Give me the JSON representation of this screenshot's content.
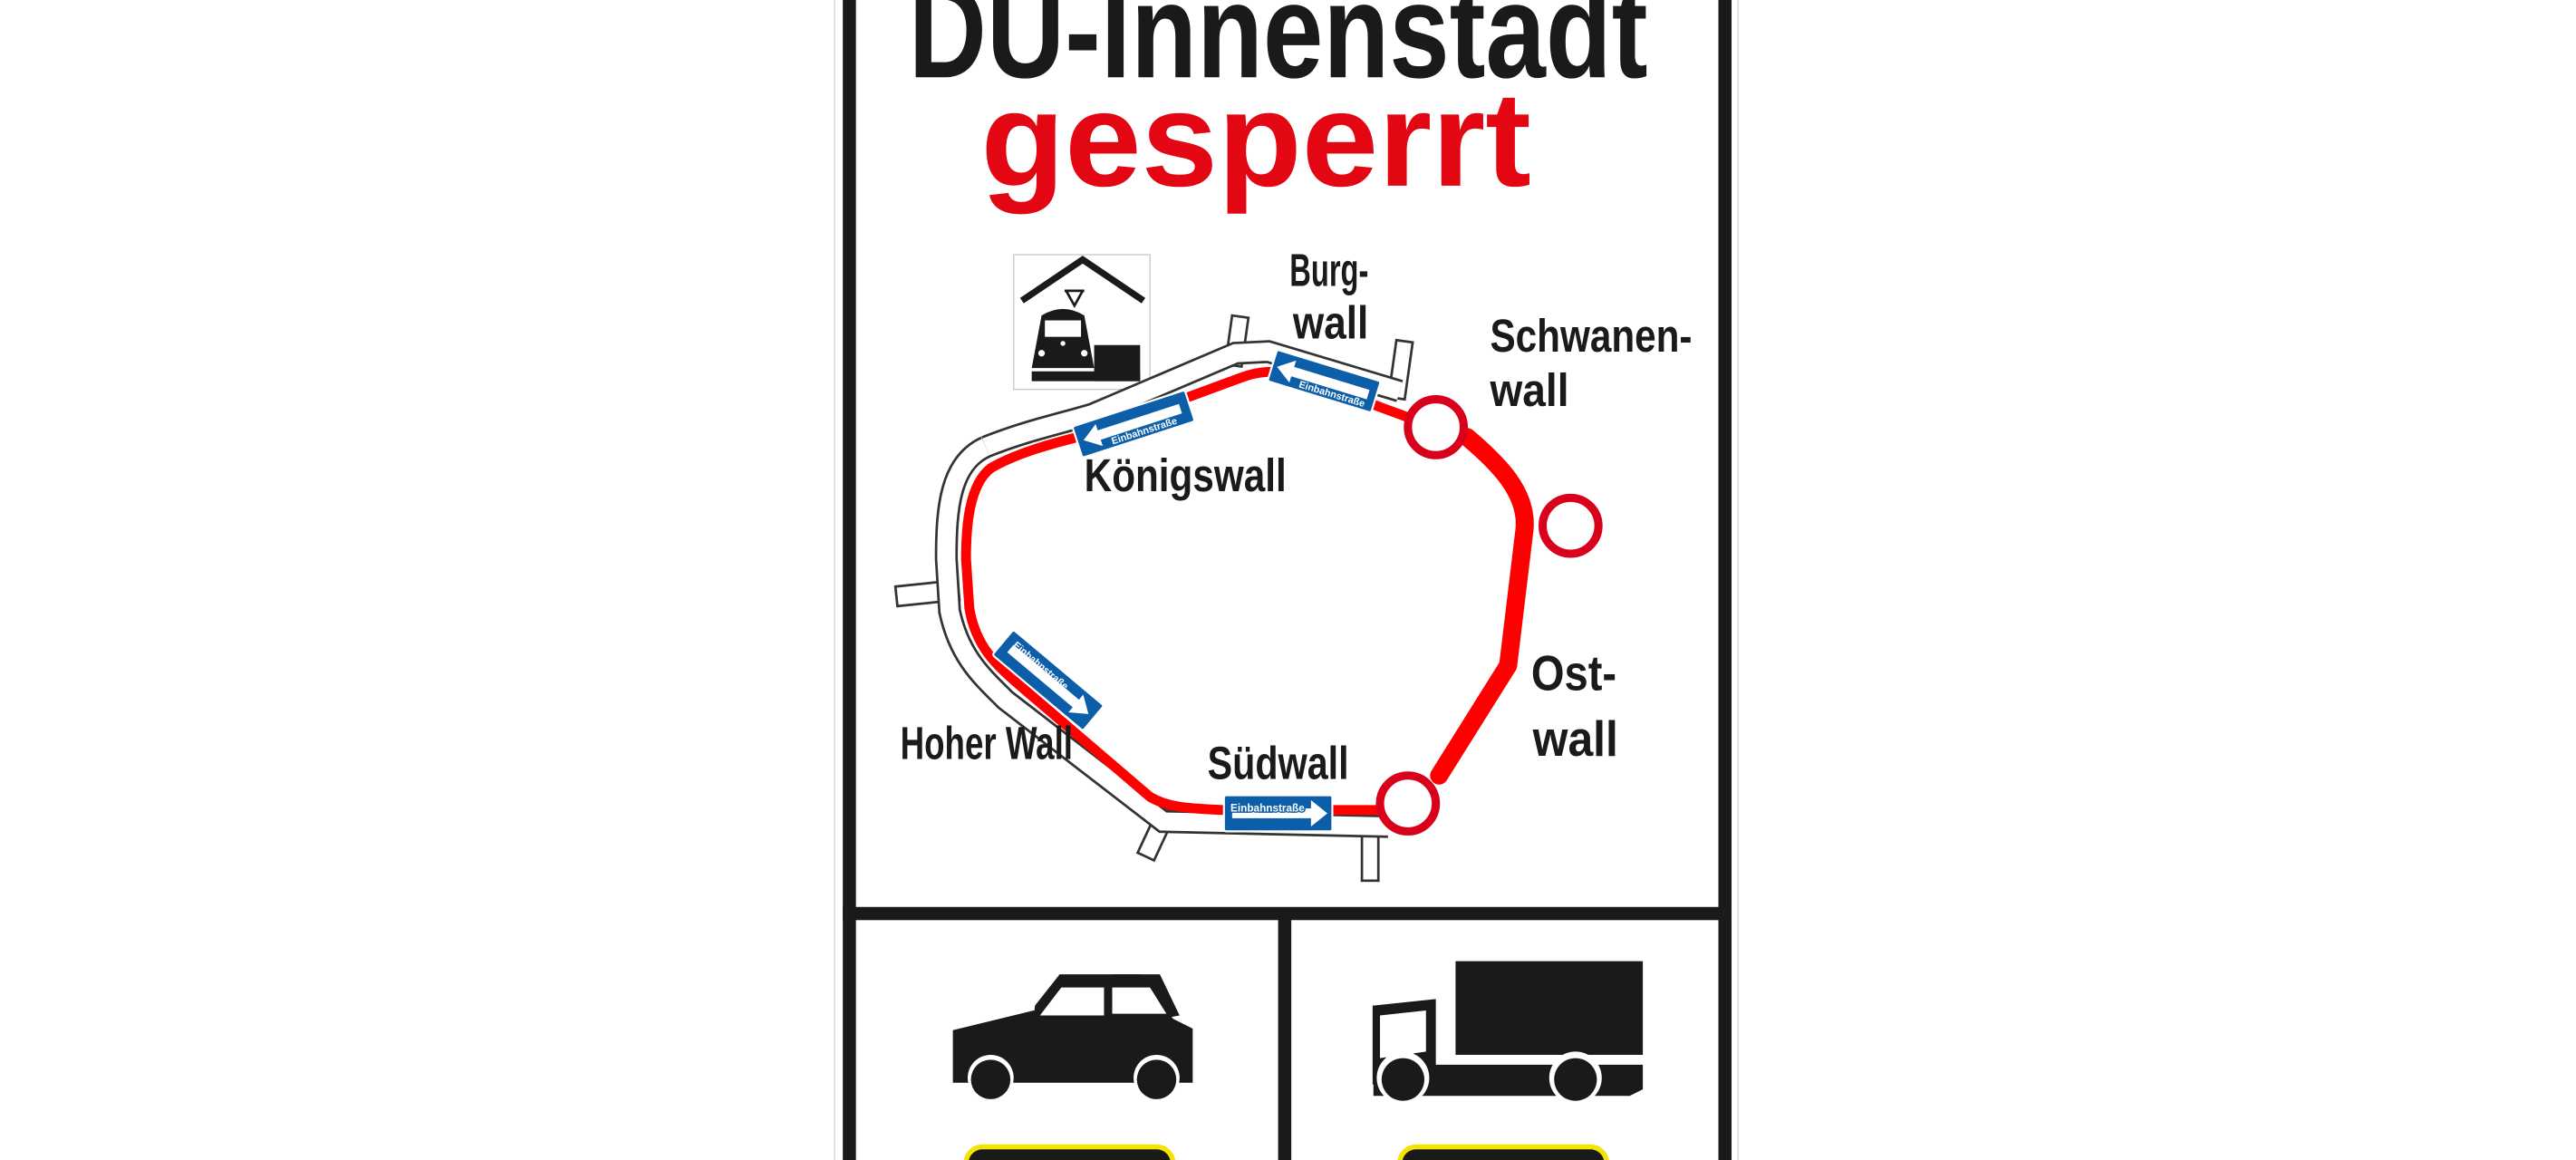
{
  "sign": {
    "title": "DU-Innenstadt",
    "subtitle": "gesperrt",
    "colors": {
      "title": "#1a1a1a",
      "subtitle": "#e30613",
      "route": "#ff0000",
      "one_way_sign": "#0d5ea8",
      "plate_border": "#f5e300"
    },
    "icons": [
      "tram-depot-icon",
      "car-icon",
      "truck-icon",
      "no-entry-circle-icon"
    ],
    "map": {
      "labels": {
        "burgwall_1": "Burg-",
        "burgwall_2": "wall",
        "schwanenwall_1": "Schwanen-",
        "schwanenwall_2": "wall",
        "koenigswall": "Königswall",
        "ostwall_1": "Ost-",
        "ostwall_2": "wall",
        "hoher_wall": "Hoher Wall",
        "suedwall": "Südwall"
      },
      "one_way_label": "Einbahnstraße"
    }
  }
}
